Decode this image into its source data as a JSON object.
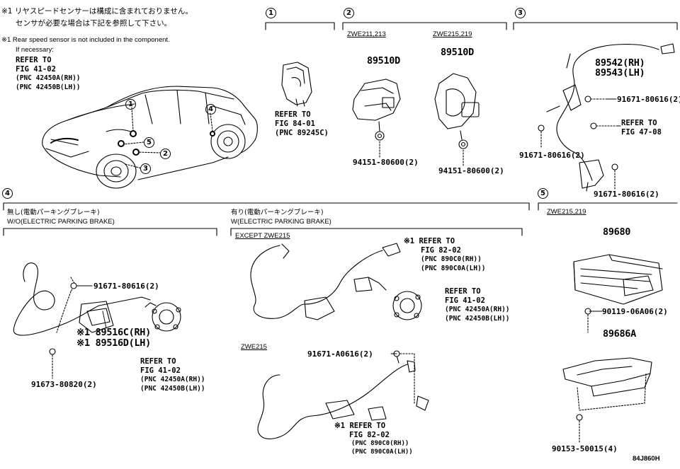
{
  "notes": {
    "jp_line1": "※1 リヤスピードセンサーは構成に含まれておりません。",
    "jp_line2": "センサが必要な場合は下記を参照して下さい。",
    "en_line1": "※1 Rear speed sensor is not included in the component.",
    "en_line2": "If necessary:",
    "ref1": "REFER TO",
    "ref2": "FIG 41-02",
    "ref3": "(PNC 42450A(RH))",
    "ref4": "(PNC 42450B(LH))"
  },
  "callouts": {
    "c1": "1",
    "c2": "2",
    "c3": "3",
    "c4": "4",
    "c5": "5"
  },
  "section1": {
    "num": "1",
    "ref1": "REFER TO",
    "ref2": "FIG 84-01",
    "ref3": "(PNC 89245C)"
  },
  "section2": {
    "num": "2",
    "variant_a": "ZWE211,213",
    "variant_b": "ZWE215,219",
    "part_a": "89510D",
    "part_b": "89510D",
    "nut_a": "94151-80600(2)",
    "nut_b": "94151-80600(2)"
  },
  "section3": {
    "num": "3",
    "part_rh": "89542(RH)",
    "part_lh": "89543(LH)",
    "bolt1": "91671-80616(2)",
    "bolt2": "91671-80616(2)",
    "bolt3": "91671-80616(2)",
    "ref1": "REFER TO",
    "ref2": "FIG 47-08"
  },
  "section4": {
    "num": "4",
    "left_jp": "無し(電動パーキングブレーキ)",
    "left_en": "W/O(ELECTRIC PARKING BRAKE)",
    "right_jp": "有り(電動パーキングブレーキ)",
    "right_en": "W(ELECTRIC PARKING BRAKE)",
    "bolt_top": "91671-80616(2)",
    "sensor_rh": "※1 89516C(RH)",
    "sensor_lh": "※1 89516D(LH)",
    "bolt_bottom": "91673-80820(2)",
    "hub_ref1": "REFER TO",
    "hub_ref2": "FIG 41-02",
    "hub_ref3": "(PNC 42450A(RH))",
    "hub_ref4": "(PNC 42450B(LH))",
    "except_label": "EXCEPT ZWE215",
    "x_ref1": "※1 REFER TO",
    "x_ref2": "FIG 82-02",
    "x_ref3": "(PNC 890C0(RH))",
    "x_ref4": "(PNC 890C0A(LH))",
    "x_hub1": "REFER TO",
    "x_hub2": "FIG 41-02",
    "x_hub3": "(PNC 42450A(RH))",
    "x_hub4": "(PNC 42450B(LH))",
    "zwe215_label": "ZWE215",
    "z_bolt": "91671-A0616(2)",
    "z_ref1": "※1 REFER TO",
    "z_ref2": "FIG 82-02",
    "z_ref3": "(PNC 890C0(RH))",
    "z_ref4": "(PNC 890C0A(LH))"
  },
  "section5": {
    "num": "5",
    "variant": "ZWE215,219",
    "part_ecu": "89680",
    "bolt1": "90119-06A06(2)",
    "part_bracket": "89686A",
    "bolt2": "90153-50015(4)"
  },
  "figure_code": "84J860H"
}
